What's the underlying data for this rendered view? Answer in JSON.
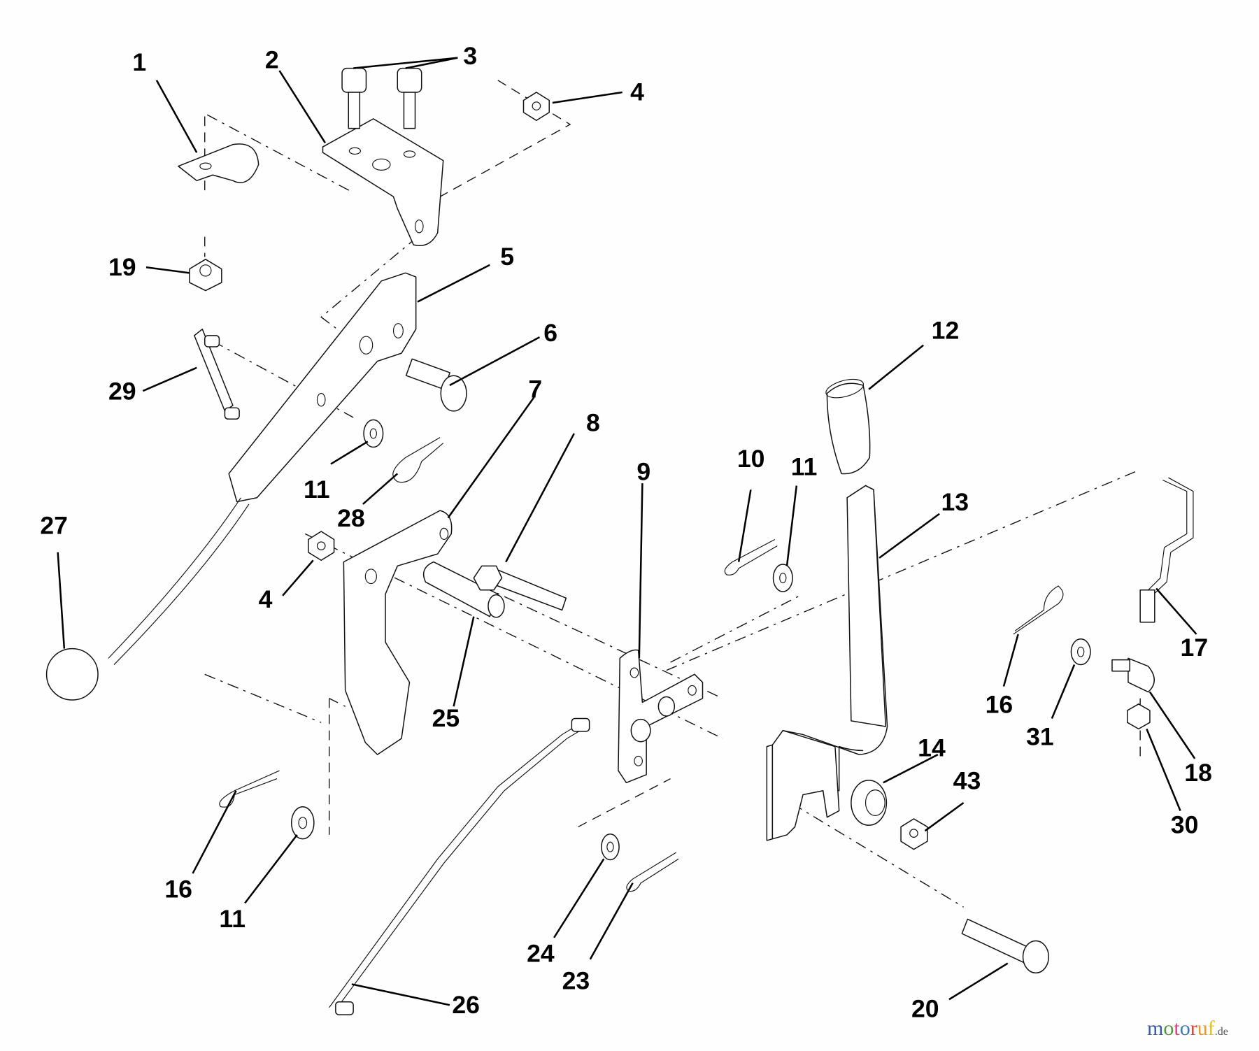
{
  "diagram": {
    "type": "exploded parts diagram",
    "callouts": [
      {
        "id": "c1",
        "label": "1"
      },
      {
        "id": "c2",
        "label": "2"
      },
      {
        "id": "c3",
        "label": "3"
      },
      {
        "id": "c4a",
        "label": "4"
      },
      {
        "id": "c19",
        "label": "19"
      },
      {
        "id": "c5",
        "label": "5"
      },
      {
        "id": "c6",
        "label": "6"
      },
      {
        "id": "c29",
        "label": "29"
      },
      {
        "id": "c7",
        "label": "7"
      },
      {
        "id": "c8",
        "label": "8"
      },
      {
        "id": "c9",
        "label": "9"
      },
      {
        "id": "c10",
        "label": "10"
      },
      {
        "id": "c11a",
        "label": "11"
      },
      {
        "id": "c11b",
        "label": "11"
      },
      {
        "id": "c11c",
        "label": "11"
      },
      {
        "id": "c12",
        "label": "12"
      },
      {
        "id": "c13",
        "label": "13"
      },
      {
        "id": "c28",
        "label": "28"
      },
      {
        "id": "c27",
        "label": "27"
      },
      {
        "id": "c4b",
        "label": "4"
      },
      {
        "id": "c25",
        "label": "25"
      },
      {
        "id": "c17",
        "label": "17"
      },
      {
        "id": "c16a",
        "label": "16"
      },
      {
        "id": "c16b",
        "label": "16"
      },
      {
        "id": "c31",
        "label": "31"
      },
      {
        "id": "c18",
        "label": "18"
      },
      {
        "id": "c14",
        "label": "14"
      },
      {
        "id": "c43",
        "label": "43"
      },
      {
        "id": "c30",
        "label": "30"
      },
      {
        "id": "c24",
        "label": "24"
      },
      {
        "id": "c23",
        "label": "23"
      },
      {
        "id": "c26",
        "label": "26"
      },
      {
        "id": "c20",
        "label": "20"
      }
    ]
  },
  "watermark": {
    "letters": [
      {
        "ch": "m",
        "color": "#3a5aa8"
      },
      {
        "ch": "o",
        "color": "#4a9a3a"
      },
      {
        "ch": "t",
        "color": "#d8408a"
      },
      {
        "ch": "o",
        "color": "#3a7ab8"
      },
      {
        "ch": "r",
        "color": "#d84030"
      },
      {
        "ch": "u",
        "color": "#e89a20"
      },
      {
        "ch": "f",
        "color": "#e8c020"
      }
    ],
    "suffix": ".de"
  }
}
